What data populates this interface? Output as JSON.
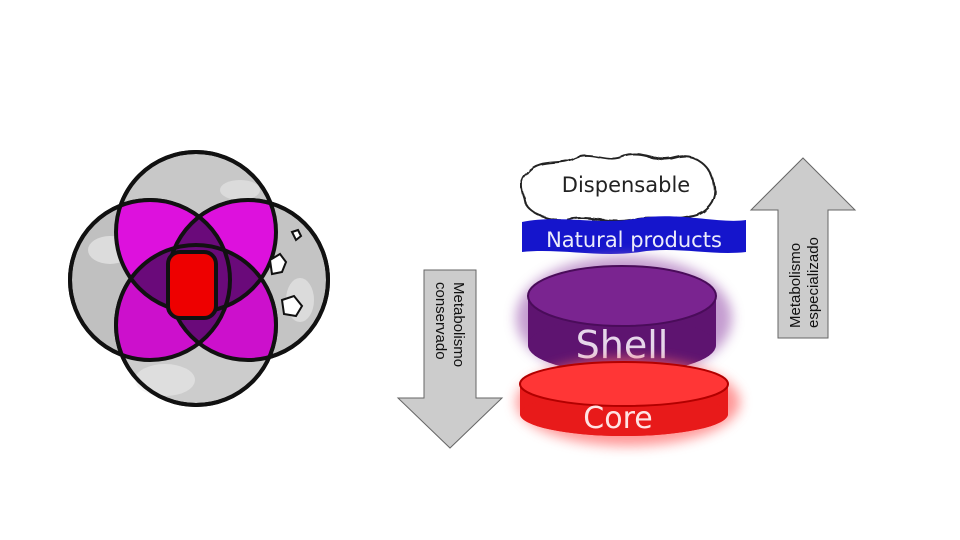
{
  "slide": {
    "background": "#ffffff"
  },
  "venn": {
    "colors": {
      "outer_gray": "#c4c4c4",
      "petal_magenta": "#dd11dd",
      "inner_purple": "#6a0a7a",
      "core_red": "#ee0000"
    }
  },
  "layers": {
    "dispensable": {
      "label": "Dispensable",
      "color": "#ffffff"
    },
    "natural_products": {
      "label": "Natural products",
      "color": "#1515cc"
    },
    "shell": {
      "label": "Shell",
      "color": "#6a1a80"
    },
    "core": {
      "label": "Core",
      "color": "#ee2222"
    }
  },
  "arrows": {
    "down": {
      "line1": "Metabolismo",
      "line2": "conservado",
      "direction": "down",
      "color": "#cccccc"
    },
    "up": {
      "line1": "Metabolismo",
      "line2": "especializado",
      "direction": "up",
      "color": "#cccccc"
    }
  }
}
